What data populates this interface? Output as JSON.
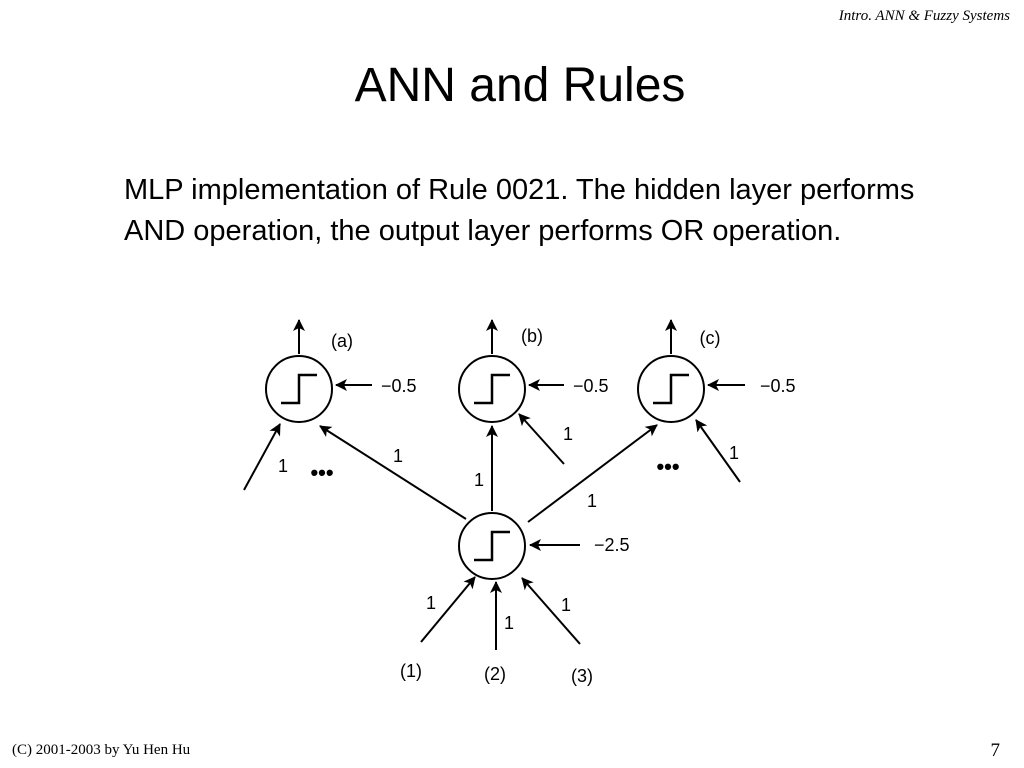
{
  "header": {
    "course_title": "Intro. ANN & Fuzzy Systems"
  },
  "slide": {
    "title": "ANN and Rules",
    "body": "MLP implementation of Rule 0021.  The hidden layer performs AND operation, the output layer performs OR operation."
  },
  "diagram": {
    "output_labels": [
      "(a)",
      "(b)",
      "(c)"
    ],
    "output_biases": [
      "−0.5",
      "−0.5",
      "−0.5"
    ],
    "hidden_bias": "−2.5",
    "weights": {
      "a_external": "1",
      "a_from_hidden": "1",
      "b_from_hidden": "1",
      "b_external": "1",
      "c_from_hidden": "1",
      "c_external": "1",
      "input_1": "1",
      "input_2": "1",
      "input_3": "1"
    },
    "ellipsis": "•••",
    "input_labels": [
      "(1)",
      "(2)",
      "(3)"
    ]
  },
  "footer": {
    "copyright": "(C) 2001-2003  by Yu Hen Hu",
    "page_number": "7"
  }
}
